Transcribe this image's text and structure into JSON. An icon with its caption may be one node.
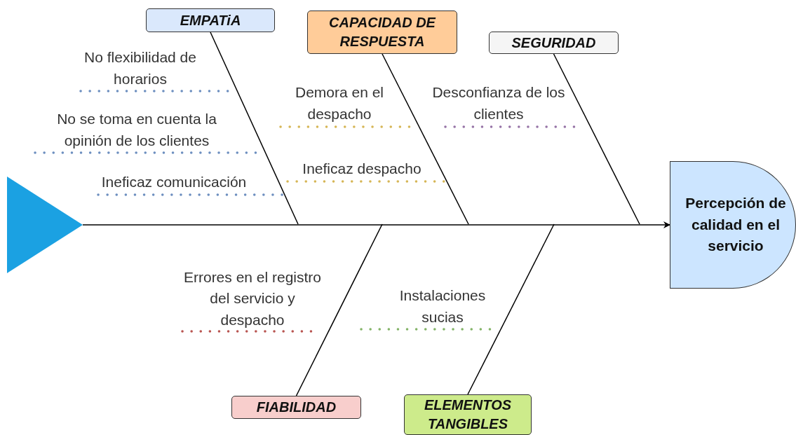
{
  "diagram": {
    "nodes": [
      {
        "text": [
          "EMPATiA"
        ]
      },
      {
        "text": [
          "CAPACIDAD DE RESPUESTA"
        ]
      },
      {
        "text": [
          "SEGURIDAD"
        ]
      },
      {
        "text": [
          "No flexibilidad de horarios"
        ]
      },
      {
        "text": [
          "Demora en el despacho"
        ]
      },
      {
        "text": [
          "Desconfianza de los clientes"
        ]
      },
      {
        "text": [
          "No se toma en cuenta la opinión de los clientes"
        ]
      },
      {
        "text": [
          "Ineficaz despacho"
        ]
      },
      {
        "text": [
          "Ineficaz comunicación"
        ]
      },
      {
        "text": [],
        "shape": "triangle"
      },
      {
        "text": [
          "Percepción de calidad en el servicio"
        ]
      },
      {
        "text": [
          "Errores en el registro del servicio y despacho"
        ]
      },
      {
        "text": [
          "Instalaciones sucias"
        ]
      },
      {
        "text": [
          "FIABILIDAD"
        ]
      },
      {
        "text": [
          "ELEMENTOS TANGIBLES"
        ]
      }
    ],
    "edges": [
      {
        "from": 0,
        "to": null,
        "arrow": "none"
      },
      {
        "from": 1,
        "to": null,
        "arrow": "none"
      },
      {
        "from": 2,
        "to": null,
        "arrow": "none"
      },
      {
        "from": 13,
        "to": null,
        "arrow": "none"
      },
      {
        "from": 14,
        "to": null,
        "arrow": "none"
      },
      {
        "from": 3,
        "to": null,
        "arrow": "none",
        "style": "dashed",
        "color": "#6c8ebf"
      },
      {
        "from": 6,
        "to": null,
        "arrow": "none",
        "style": "dashed",
        "color": "#6c8ebf"
      },
      {
        "from": 8,
        "to": null,
        "arrow": "none",
        "style": "dashed",
        "color": "#6c8ebf"
      },
      {
        "from": 4,
        "to": null,
        "arrow": "none",
        "style": "dashed",
        "color": "#d6b656"
      },
      {
        "from": 7,
        "to": null,
        "arrow": "none",
        "style": "dashed",
        "color": "#d6b656"
      },
      {
        "from": 5,
        "to": null,
        "arrow": "none",
        "style": "dashed",
        "color": "#9673a6"
      },
      {
        "from": 11,
        "to": null,
        "arrow": "none",
        "style": "dashed",
        "color": "#b85450"
      },
      {
        "from": 12,
        "to": null,
        "arrow": "none",
        "style": "dashed",
        "color": "#82b366"
      },
      {
        "from": 9,
        "to": 10,
        "arrow": "to"
      }
    ]
  }
}
